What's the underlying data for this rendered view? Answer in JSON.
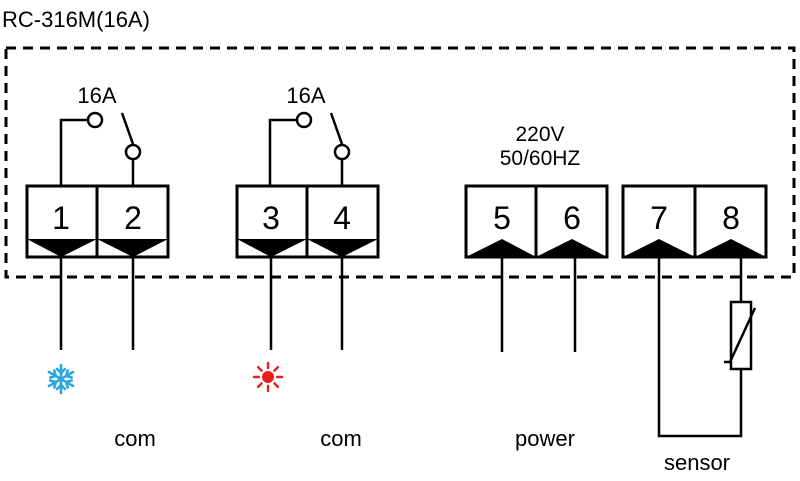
{
  "title": "RC-316M(16A)",
  "relays": [
    {
      "rating": "16A",
      "terminals": [
        "1",
        "2"
      ],
      "label": "com",
      "indicator": "snowflake-icon",
      "indicator_color": "#29a8e0"
    },
    {
      "rating": "16A",
      "terminals": [
        "3",
        "4"
      ],
      "label": "com",
      "indicator": "heat-sun-icon",
      "indicator_color": "#e8201c"
    }
  ],
  "power": {
    "voltage": "220V",
    "frequency": "50/60HZ",
    "terminals": [
      "5",
      "6"
    ],
    "label": "power"
  },
  "sensor": {
    "terminals": [
      "7",
      "8"
    ],
    "label": "sensor",
    "icon": "thermistor-icon"
  },
  "colors": {
    "line": "#000000",
    "cool": "#29a8e0",
    "heat": "#e8201c"
  }
}
